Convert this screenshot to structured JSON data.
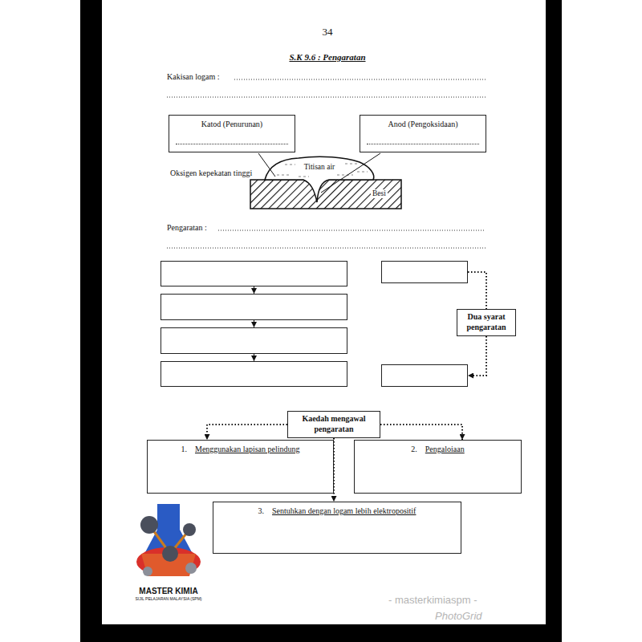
{
  "diagram": {
    "title": "S.K 9.6 : Pengaratan",
    "nodes": [
      {
        "text": [
          "Katod (Penurunan)"
        ]
      },
      {
        "text": [
          "Anod (Pengoksidaan)"
        ]
      },
      {
        "text": []
      },
      {
        "text": []
      },
      {
        "text": []
      },
      {
        "text": []
      },
      {
        "text": []
      },
      {
        "text": [
          "Dua syarat pengaratan"
        ]
      },
      {
        "text": []
      },
      {
        "text": [
          "Kaedah mengawal pengaratan"
        ]
      },
      {
        "text": [
          "1.",
          "Menggunakan lapisan pelindung"
        ]
      },
      {
        "text": [
          "2.",
          "Pengaloiaan"
        ]
      },
      {
        "text": [
          "3.",
          "Sentuhkan dengan logam lebih elektropositif"
        ]
      }
    ],
    "edges": [
      {
        "from": 2,
        "to": 3,
        "arrow": "to"
      },
      {
        "from": 3,
        "to": 4,
        "arrow": "to"
      },
      {
        "from": 4,
        "to": 5,
        "arrow": "to"
      },
      {
        "from": 6,
        "to": 7,
        "arrow": "none"
      },
      {
        "from": 7,
        "to": 8,
        "arrow": "to"
      },
      {
        "from": 9,
        "to": 10,
        "arrow": "to"
      },
      {
        "from": 9,
        "to": 11,
        "arrow": "to"
      },
      {
        "from": 9,
        "to": 12,
        "arrow": "to"
      }
    ],
    "labels": [
      "34",
      "Kakisan logam :",
      "Oksigen kepekatan tinggi",
      "Titisan air",
      "Besi",
      "Pengaratan :",
      "MASTER KIMIA",
      "SIJIL PELAJARAN MALAYSIA (SPM)",
      "- masterkimiaspm -",
      "PhotoGrid"
    ]
  }
}
